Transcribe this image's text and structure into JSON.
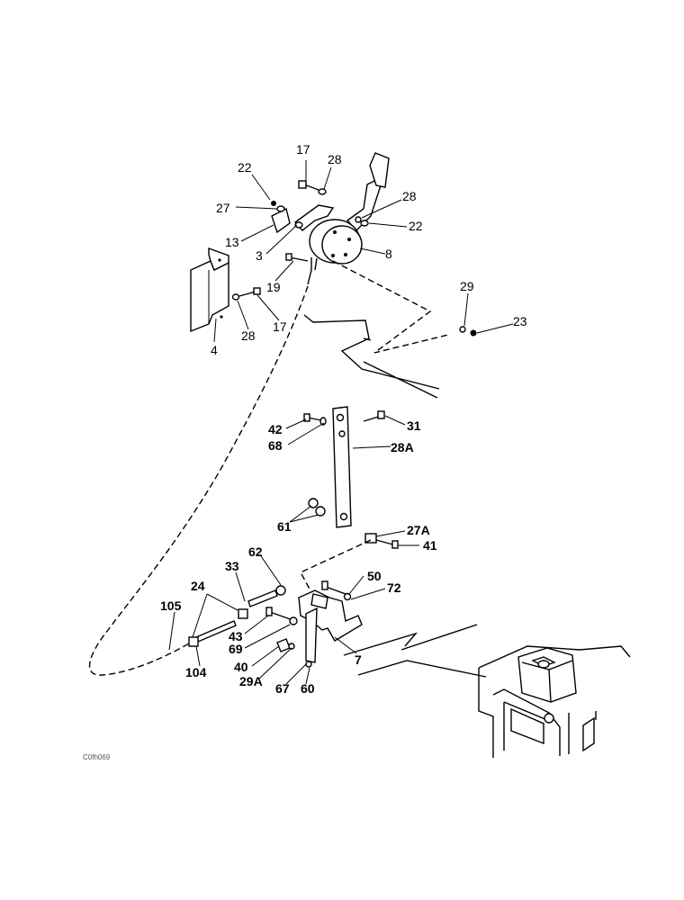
{
  "figure_code": "C0fh069",
  "callouts": {
    "c17a": "17",
    "c28a": "28",
    "c22a": "22",
    "c27": "27",
    "c28b": "28",
    "c22b": "22",
    "c13": "13",
    "c3": "3",
    "c8": "8",
    "c19": "19",
    "c4": "4",
    "c28c": "28",
    "c17b": "17",
    "c29": "29",
    "c23": "23",
    "c42": "42",
    "c31": "31",
    "c68": "68",
    "c28A": "28A",
    "c61": "61",
    "c27A": "27A",
    "c41": "41",
    "c62": "62",
    "c33": "33",
    "c24": "24",
    "c50": "50",
    "c72": "72",
    "c105": "105",
    "c43": "43",
    "c69": "69",
    "c7": "7",
    "c40": "40",
    "c104": "104",
    "c29A": "29A",
    "c67": "67",
    "c60": "60"
  }
}
